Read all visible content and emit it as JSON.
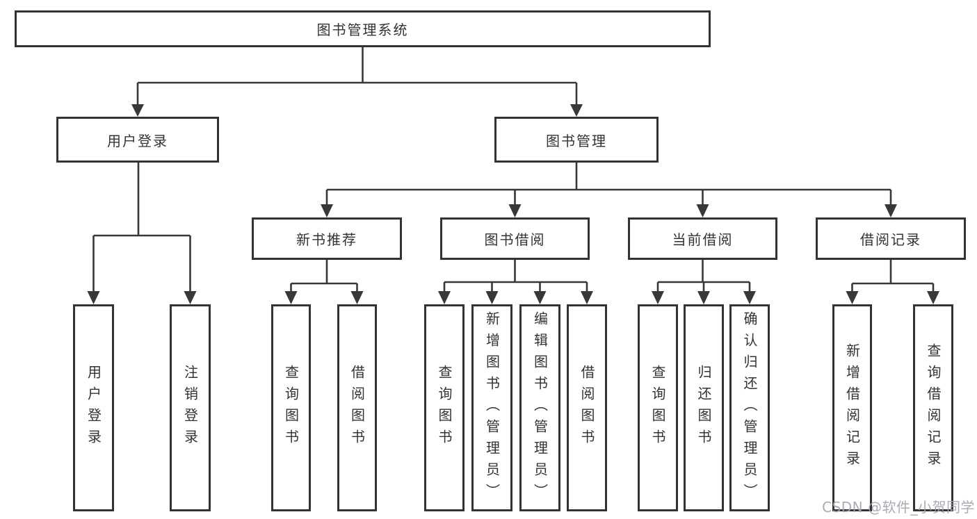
{
  "root": {
    "label": "图书管理系统"
  },
  "level1": [
    {
      "label": "用户登录"
    },
    {
      "label": "图书管理"
    }
  ],
  "user_login_children": [
    {
      "label": "用户登录"
    },
    {
      "label": "注销登录"
    }
  ],
  "groups": [
    {
      "label": "新书推荐",
      "children": [
        {
          "label": "查询图书"
        },
        {
          "label": "借阅图书"
        }
      ]
    },
    {
      "label": "图书借阅",
      "children": [
        {
          "label": "查询图书"
        },
        {
          "label": "新增图书（管理员）"
        },
        {
          "label": "编辑图书（管理员）"
        },
        {
          "label": "借阅图书"
        }
      ]
    },
    {
      "label": "当前借阅",
      "children": [
        {
          "label": "查询图书"
        },
        {
          "label": "归还图书"
        },
        {
          "label": "确认归还（管理员）"
        }
      ]
    },
    {
      "label": "借阅记录",
      "children": [
        {
          "label": "新增借阅记录"
        },
        {
          "label": "查询借阅记录"
        }
      ]
    }
  ],
  "watermark": "CSDN @软件_小贺同学",
  "colors": {
    "line": "#383838",
    "box_border": "#333333",
    "text": "#333333",
    "background": "#ffffff",
    "watermark_text": "#a3a4ae"
  }
}
